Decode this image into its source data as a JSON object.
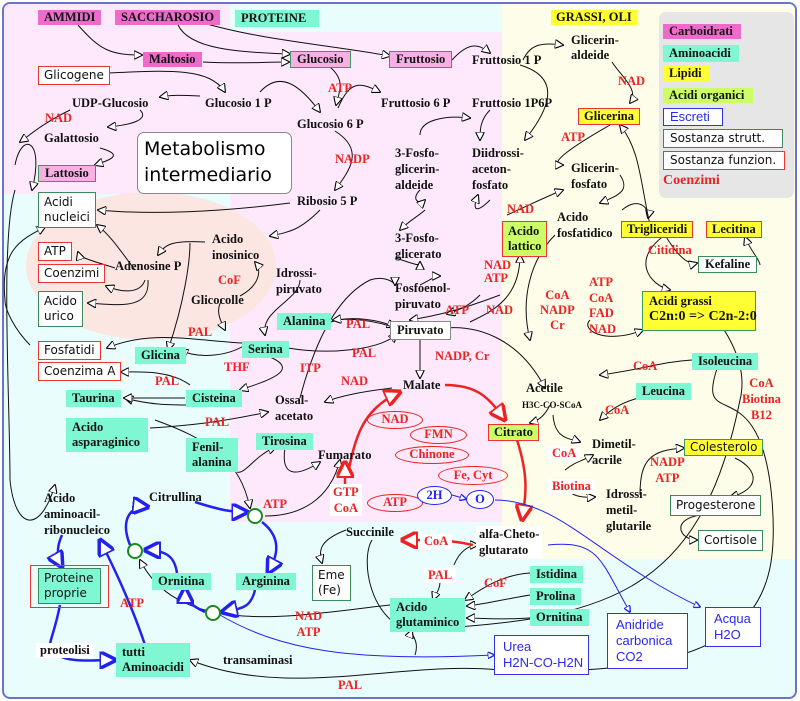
{
  "title": [
    "Metabolismo",
    "intermediario"
  ],
  "headers": {
    "ammidi": "AMMIDI",
    "saccharosio": "SACCHAROSIO",
    "proteine": "PROTEINE",
    "grassi": "GRASSI, OLI"
  },
  "legend": {
    "carboidrati": "Carboidrati",
    "aminoacidi": "Aminoacidi",
    "lipidi": "Lipidi",
    "acidi_organici": "Acidi organici",
    "escreti": "Escreti",
    "strutt": "Sostanza strutt.",
    "funzion": "Sostanza funzion.",
    "coenzimi": "Coenzimi"
  },
  "carbo": {
    "maltosio": "Maltosio",
    "glucosio": "Glucosio",
    "fruttosio": "Fruttosio",
    "fruttosio1p": "Fruttosio 1 P",
    "glicerinaldeide": [
      "Glicerin-",
      "aldeide"
    ],
    "glicogene": "Glicogene",
    "udp": "UDP-Glucosio",
    "glucosio1p": "Glucosio 1 P",
    "fruttosio6p": "Fruttosio 6 P",
    "fruttosio1p6p": "Fruttosio 1P6P",
    "galattosio": "Galattosio",
    "lattosio": "Lattosio",
    "glucosio6p": "Glucosio 6 P",
    "ribosio5p": "Ribosio 5 P",
    "fosfoglicerinaldeide": [
      "3-Fosfo-",
      "glicerin-",
      "aldeide"
    ],
    "diidrossi": [
      "Diidrossi-",
      "aceton-",
      "fosfato"
    ],
    "fosfoglicerato": [
      "3-Fosfo-",
      "glicerato"
    ],
    "fosfoenol": [
      "Fosfoenol-",
      "piruvato"
    ],
    "piruvato": "Piruvato"
  },
  "lipidi": {
    "glicerina": "Glicerina",
    "glicerinfosfato": [
      "Glicerin-",
      "fosfato"
    ],
    "acido_lattico": [
      "Acido",
      "lattico"
    ],
    "acido_fosfatidico": [
      "Acido",
      "fosfatidico"
    ],
    "trigliceridi": "Trigliceridi",
    "lecitina": "Lecitina",
    "kefaline": "Kefaline",
    "acidi_grassi": "Acidi grassi",
    "acidi_grassi_formula": "C2n:0 => C2n-2:0",
    "acetile": "Acetile",
    "acetile_formula": "H3C-CO-SCoA",
    "dimetilacrile": [
      "Dimetil-",
      "acrile"
    ],
    "idrossimetil": [
      "Idrossi-",
      "metil-",
      "glutarile"
    ],
    "colesterolo": "Colesterolo",
    "progesterone": "Progesterone",
    "cortisole": "Cortisole"
  },
  "nucleic": {
    "acidi_nucleici": [
      "Acidi",
      "nucleici"
    ],
    "atp": "ATP",
    "coenzimi": "Coenzimi",
    "acido_urico": [
      "Acido",
      "urico"
    ],
    "adenosine": "Adenosine P",
    "acido_inosinico": [
      "Acido",
      "inosinico"
    ],
    "idrossipiruvato": [
      "Idrossi-",
      "piruvato"
    ],
    "glicocolle": "Glicocolle",
    "fosfatidi": "Fosfatidi",
    "coenzima_a": "Coenzima A"
  },
  "amino": {
    "alanina": "Alanina",
    "serina": "Serina",
    "glicina": "Glicina",
    "taurina": "Taurina",
    "cisteina": "Cisteina",
    "acido_asparaginico": [
      "Acido",
      "asparaginico"
    ],
    "fenilalanina": [
      "Fenil-",
      "alanina"
    ],
    "tirosina": "Tirosina",
    "isoleucina": "Isoleucina",
    "leucina": "Leucina",
    "istidina": "Istidina",
    "prolina": "Prolina",
    "ornitina2": "Ornitina",
    "acido_glutaminico": [
      "Acido",
      "glutaminico"
    ],
    "citrullina": "Citrullina",
    "ornitina": "Ornitina",
    "arginina": "Arginina",
    "aminoacil": [
      "Acido",
      "aminoacil-",
      "ribonucleico"
    ],
    "proteine_proprie": [
      "Proteine",
      "proprie"
    ],
    "proteolisi": "proteolisi",
    "tutti": [
      "tutti",
      "Aminoacidi"
    ],
    "transaminasi": "transaminasi"
  },
  "krebs": {
    "malate": "Malate",
    "ossalacetato": [
      "Ossal-",
      "acetato"
    ],
    "fumarato": "Fumarato",
    "citrato": "Citrato",
    "succinile": "Succinile",
    "alfacheto": [
      "alfa-Cheto-",
      "glutarato"
    ],
    "eme": [
      "Eme",
      "(Fe)"
    ],
    "nad": "NAD",
    "fmn": "FMN",
    "chinone": "Chinone",
    "fecyt": "Fe, Cyt",
    "atp": "ATP",
    "h2": "2H",
    "o": "O"
  },
  "escreti": {
    "urea": [
      "Urea",
      "H2N-CO-H2N"
    ],
    "co2": [
      "Anidride",
      "carbonica",
      "CO2"
    ],
    "acqua": [
      "Acqua",
      "H2O"
    ]
  },
  "coenz": {
    "atp1": "ATP",
    "nad1": "NAD",
    "nadp1": "NADP",
    "nad2": "NAD",
    "atp2": "ATP",
    "nad3": "NAD",
    "cof1": "CoF",
    "nad4": "NAD",
    "atp3": "ATP",
    "atp4": "ATP",
    "nad5": "NAD",
    "citidina": "Citidina",
    "pal1": "PAL",
    "pal2": "PAL",
    "nadpcr": "NADP,  Cr",
    "coa_nadp_cr": [
      "CoA",
      "NADP",
      "Cr"
    ],
    "atp_coa_fad_nad": [
      "ATP",
      "CoA",
      "FAD",
      "NAD"
    ],
    "pal3": "PAL",
    "thf": "THF",
    "pal4": "PAL",
    "itp": "ITP",
    "nad6": "NAD",
    "coa1": "CoA",
    "coa_biotina_b12": [
      "CoA",
      "Biotina",
      "B12"
    ],
    "coa2": "CoA",
    "pal5": "PAL",
    "coa3": "CoA",
    "nadp_atp": [
      "NADP",
      "ATP"
    ],
    "biotina": "Biotina",
    "atp5": "ATP",
    "gtp_coa": [
      "GTP",
      "CoA"
    ],
    "coa4": "CoA",
    "pal6": "PAL",
    "cof2": "CoF",
    "atp6": "ATP",
    "nad_atp": [
      "NAD",
      "ATP"
    ],
    "pal7": "PAL"
  }
}
